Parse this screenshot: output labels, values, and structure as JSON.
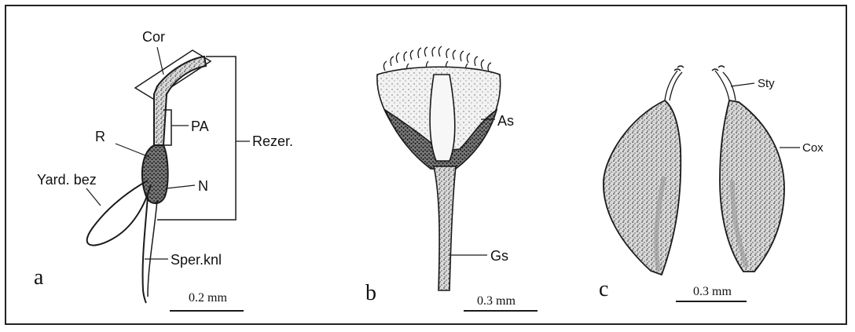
{
  "figure": {
    "panels": [
      "a",
      "b",
      "c"
    ],
    "panel_a": {
      "labels": [
        "Cor",
        "PA",
        "R",
        "Rezer.",
        "N",
        "Yard. bez",
        "Sper.knl"
      ],
      "scale": "0.2 mm"
    },
    "panel_b": {
      "labels": [
        "As",
        "Gs"
      ],
      "scale": "0.3 mm"
    },
    "panel_c": {
      "labels": [
        "Sty",
        "Cox"
      ],
      "scale": "0.3 mm"
    },
    "colors": {
      "ink": "#1a1a1a",
      "stipple": "#555555",
      "paper": "#ffffff"
    }
  }
}
